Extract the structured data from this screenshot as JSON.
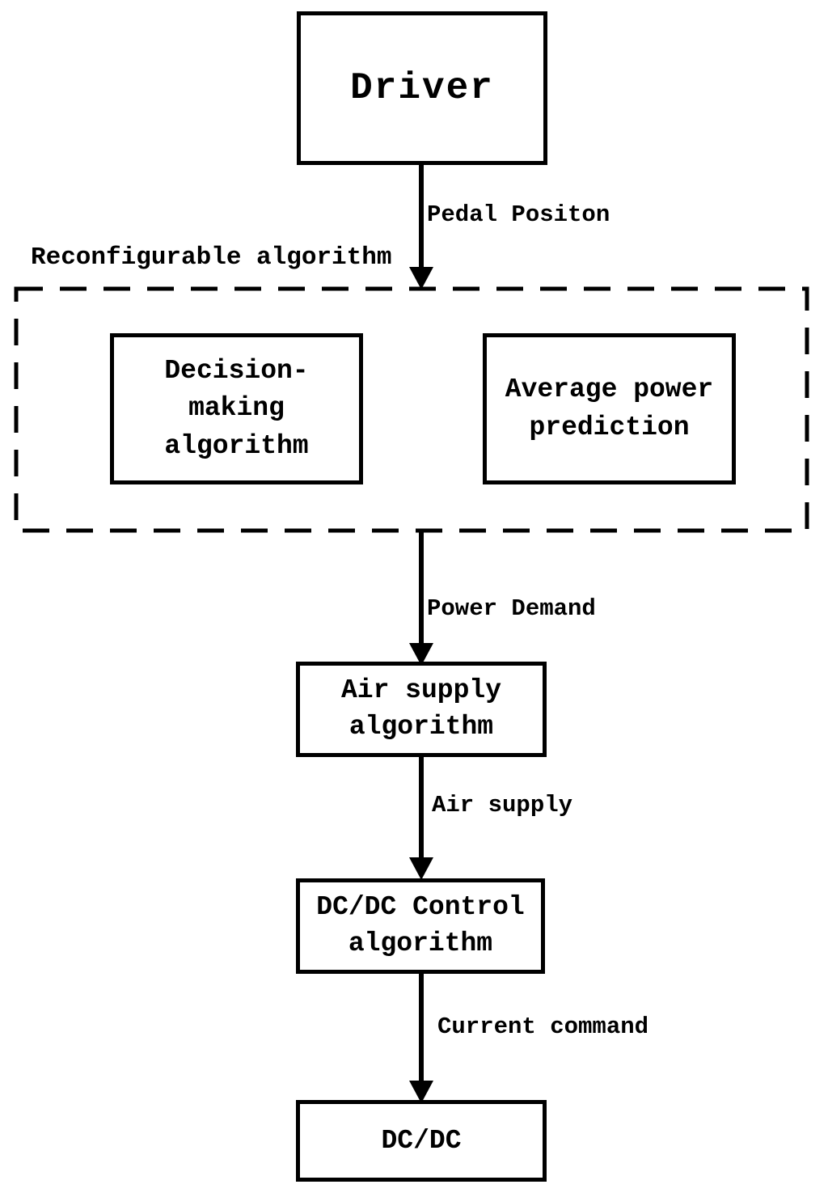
{
  "diagram": {
    "title_region_label": "Reconfigurable algorithm",
    "nodes": {
      "driver": "Driver",
      "decision_making": "Decision-\nmaking\nalgorithm",
      "average_power": "Average power\nprediction",
      "air_supply_algorithm": "Air supply\nalgorithm",
      "dcdc_control_algorithm": "DC/DC Control\nalgorithm",
      "dcdc": "DC/DC"
    },
    "edges": {
      "pedal_position": "Pedal Positon",
      "power_demand": "Power Demand",
      "air_supply": "Air supply",
      "current_command": "Current command"
    },
    "colors": {
      "line": "#000000",
      "background": "#ffffff"
    }
  }
}
